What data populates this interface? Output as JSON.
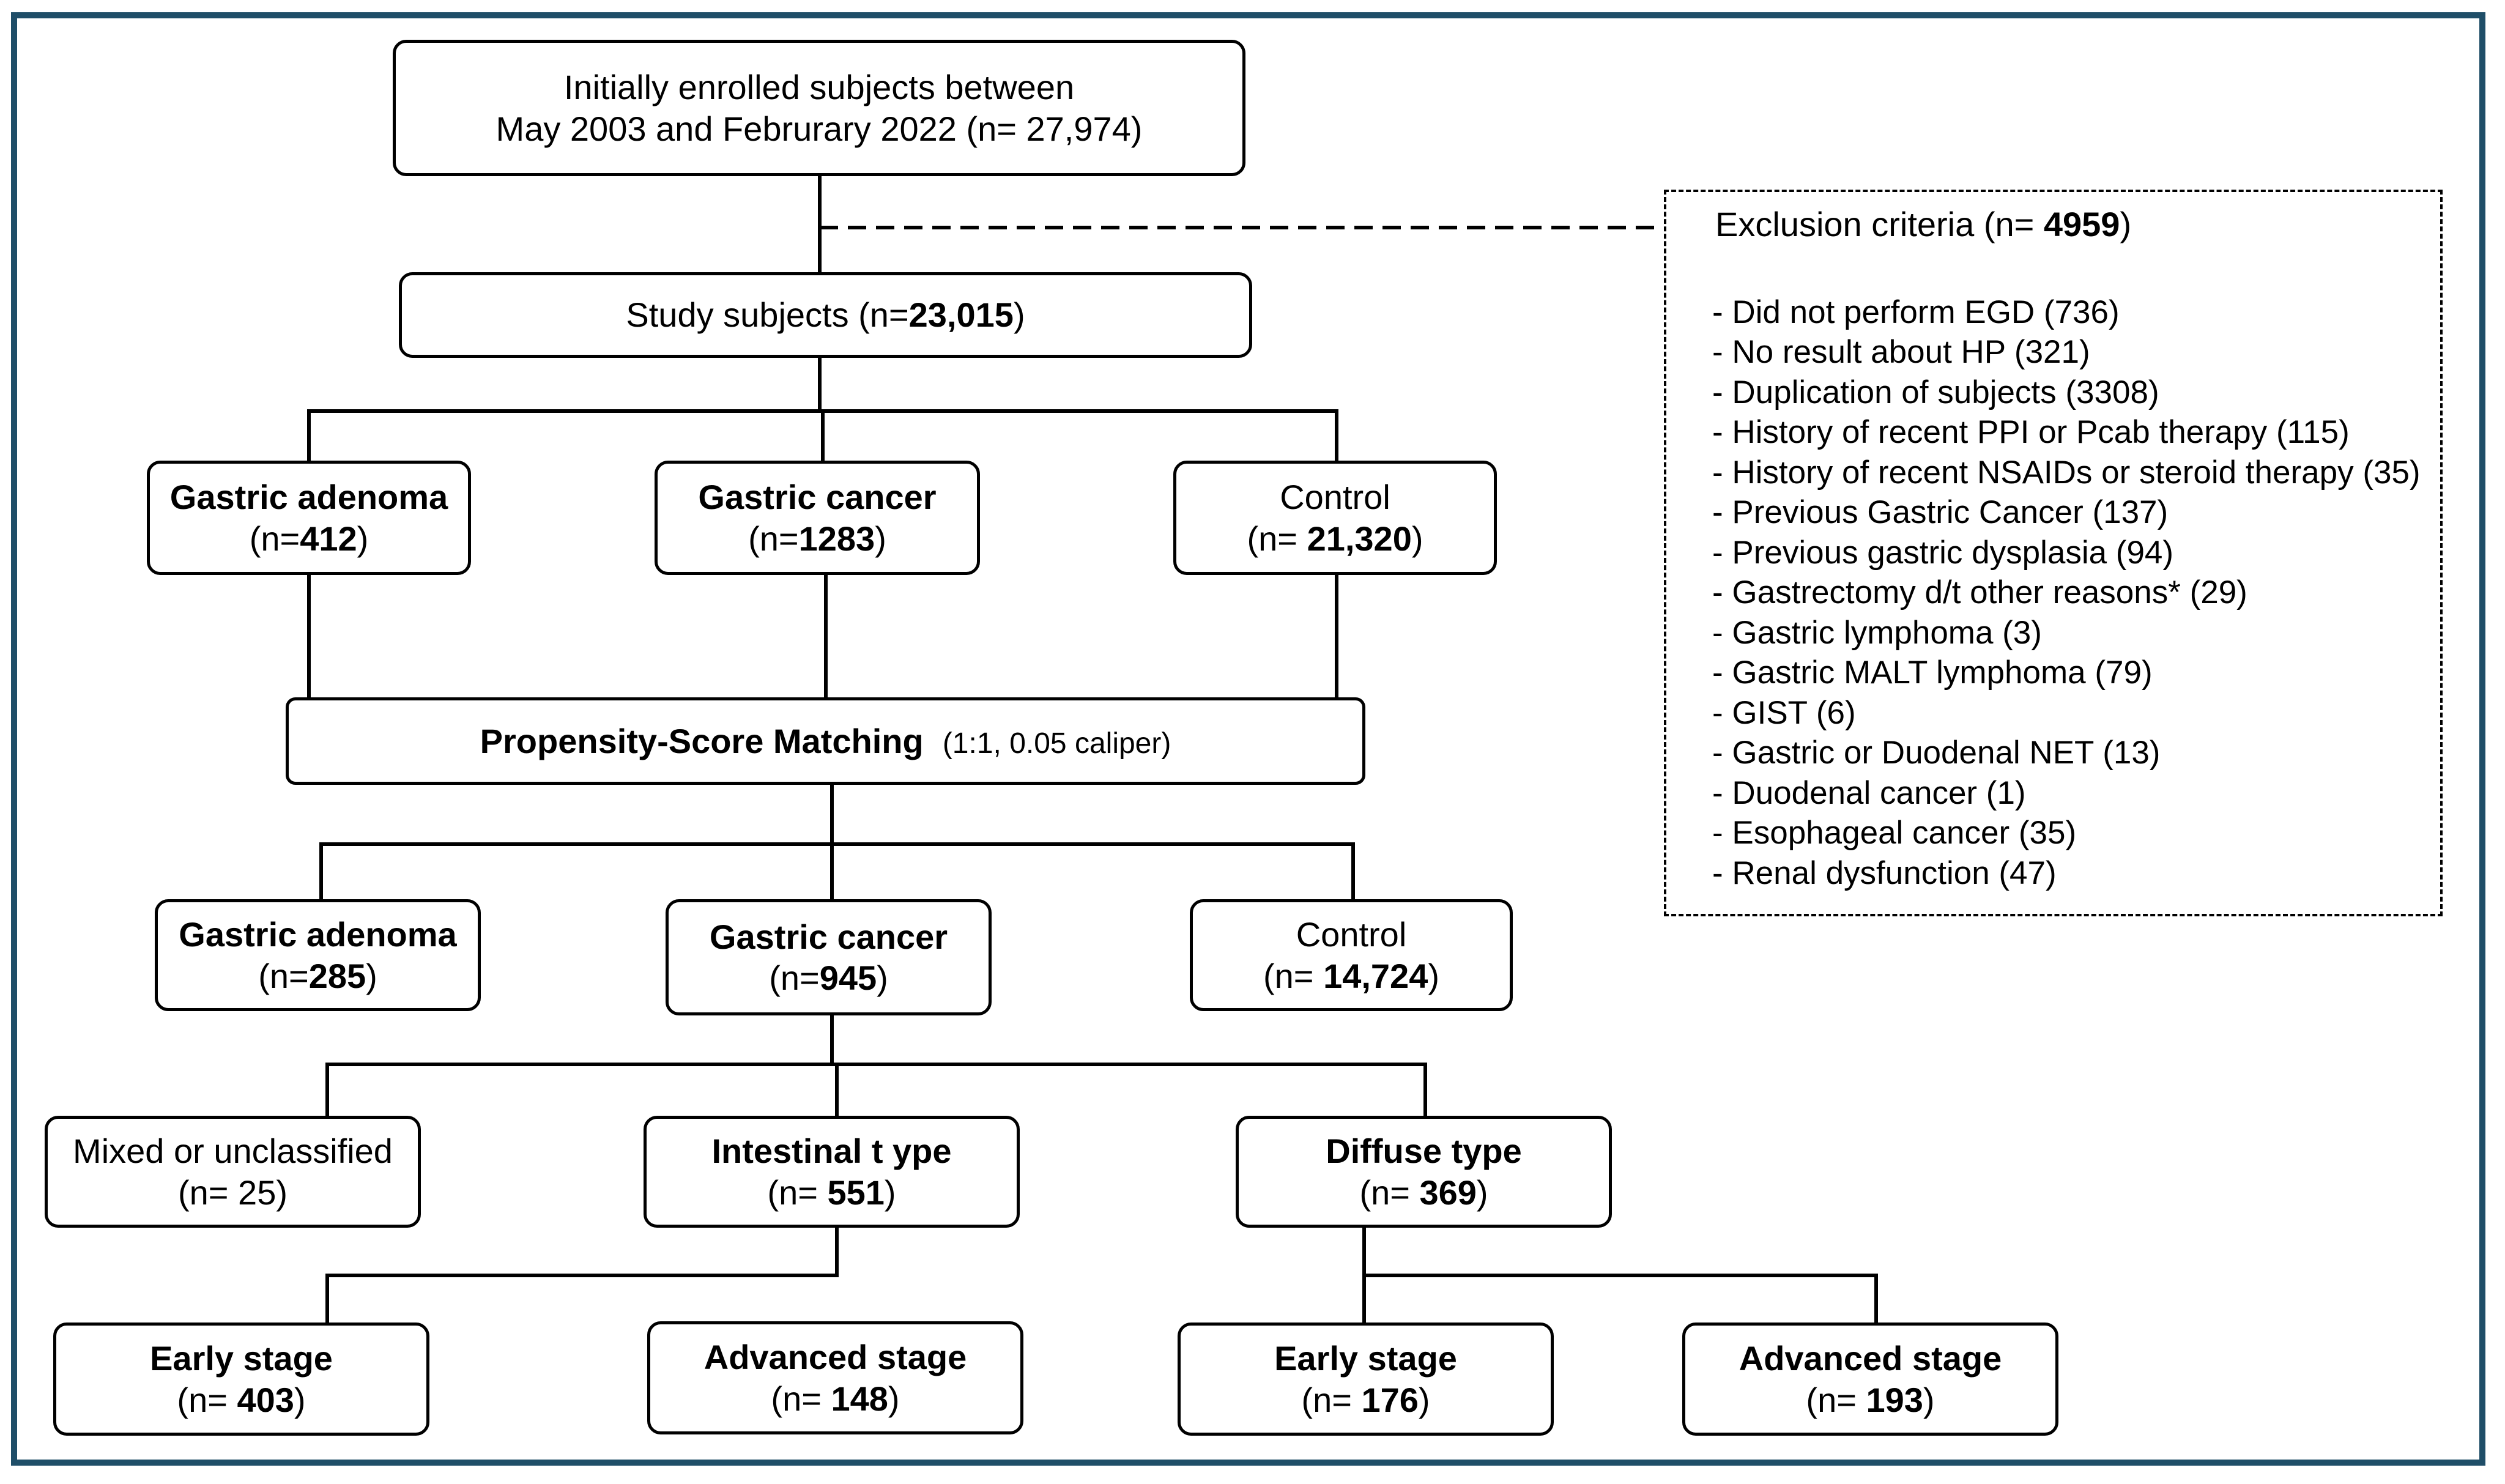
{
  "enrolled": {
    "line1": "Initially enrolled subjects between",
    "line2": "May 2003 and Februrary 2022 (n= 27,974)"
  },
  "study": {
    "label": "Study subjects (",
    "n_prefix": "n=",
    "n": "23,015",
    "close": ")"
  },
  "exclusion": {
    "title": "Exclusion criteria (n= ",
    "n": "4959",
    "close": ")",
    "items": [
      "- Did not perform EGD (736)",
      "- No result about HP (321)",
      "- Duplication of subjects (3308)",
      "- History of recent PPI or Pcab therapy (115)",
      "- History of recent NSAIDs or steroid therapy (35)",
      "- Previous Gastric Cancer (137)",
      "- Previous gastric dysplasia (94)",
      "- Gastrectomy d/t other reasons* (29)",
      "- Gastric lymphoma (3)",
      "- Gastric MALT lymphoma (79)",
      "- GIST (6)",
      "- Gastric or Duodenal NET (13)",
      "- Duodenal cancer (1)",
      "- Esophageal cancer (35)",
      "- Renal dysfunction (47)"
    ]
  },
  "pre_match": {
    "adenoma": {
      "title": "Gastric adenoma",
      "open": "(n=",
      "n": "412",
      "close": ")"
    },
    "cancer": {
      "title": "Gastric cancer",
      "open": "(n=",
      "n": "1283",
      "close": ")"
    },
    "control": {
      "title": "Control",
      "open": "(n= ",
      "n": "21,320",
      "close": ")"
    }
  },
  "psm": {
    "label": "Propensity-Score Matching",
    "detail": "(1:1, 0.05 caliper)"
  },
  "post_match": {
    "adenoma": {
      "title": "Gastric adenoma",
      "open": "(n=",
      "n": "285",
      "close": ")"
    },
    "cancer": {
      "title": "Gastric cancer",
      "open": "(n=",
      "n": "945",
      "close": ")"
    },
    "control": {
      "title": "Control",
      "open": "(n= ",
      "n": "14,724",
      "close": ")"
    }
  },
  "histology": {
    "mixed": {
      "title": "Mixed or unclassified",
      "count": "(n= 25)"
    },
    "intestinal": {
      "title": "Intestinal t ype",
      "open": "(n= ",
      "n": "551",
      "close": ")"
    },
    "diffuse": {
      "title": "Diffuse type",
      "open": "(n= ",
      "n": "369",
      "close": ")"
    }
  },
  "stage": {
    "int_early": {
      "title": "Early stage",
      "open": "(n= ",
      "n": "403",
      "close": ")"
    },
    "int_advanced": {
      "title": "Advanced stage",
      "open": "(n= ",
      "n": "148",
      "close": ")"
    },
    "dif_early": {
      "title": "Early stage",
      "open": "(n= ",
      "n": "176",
      "close": ")"
    },
    "dif_advanced": {
      "title": "Advanced stage",
      "open": "(n= ",
      "n": "193",
      "close": ")"
    }
  },
  "colors": {
    "frame": "#1f4e68",
    "line": "#000000"
  }
}
